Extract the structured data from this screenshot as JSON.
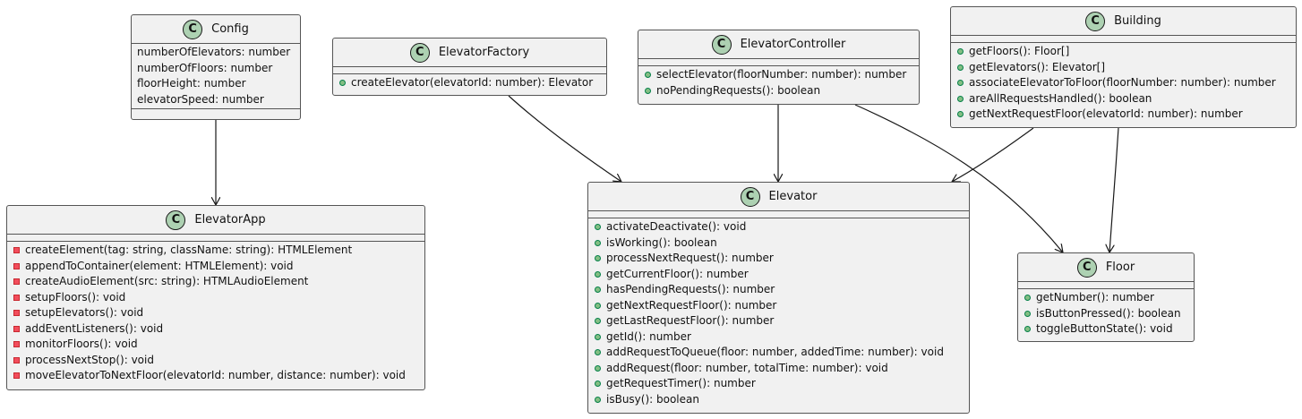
{
  "classes": {
    "config": {
      "name": "Config",
      "attributes": [
        "numberOfElevators: number",
        "numberOfFloors: number",
        "floorHeight: number",
        "elevatorSpeed: number"
      ],
      "methods": []
    },
    "elevatorApp": {
      "name": "ElevatorApp",
      "attributes": [],
      "methods": [
        "createElement(tag: string, className: string): HTMLElement",
        "appendToContainer(element: HTMLElement): void",
        "createAudioElement(src: string): HTMLAudioElement",
        "setupFloors(): void",
        "setupElevators(): void",
        "addEventListeners(): void",
        "monitorFloors(): void",
        "processNextStop(): void",
        "moveElevatorToNextFloor(elevatorId: number, distance: number): void"
      ]
    },
    "elevatorFactory": {
      "name": "ElevatorFactory",
      "attributes": [],
      "methods": [
        "createElevator(elevatorId: number): Elevator"
      ]
    },
    "elevatorController": {
      "name": "ElevatorController",
      "attributes": [],
      "methods": [
        "selectElevator(floorNumber: number): number",
        "noPendingRequests(): boolean"
      ]
    },
    "building": {
      "name": "Building",
      "attributes": [],
      "methods": [
        "getFloors(): Floor[]",
        "getElevators(): Elevator[]",
        "associateElevatorToFloor(floorNumber: number): number",
        "areAllRequestsHandled(): boolean",
        "getNextRequestFloor(elevatorId: number): number"
      ]
    },
    "elevator": {
      "name": "Elevator",
      "attributes": [],
      "methods": [
        "activateDeactivate(): void",
        "isWorking(): boolean",
        "processNextRequest(): number",
        "getCurrentFloor(): number",
        "hasPendingRequests(): number",
        "getNextRequestFloor(): number",
        "getLastRequestFloor(): number",
        "getId(): number",
        "addRequestToQueue(floor: number, addedTime: number): void",
        "addRequest(floor: number, totalTime: number): void",
        "getRequestTimer(): number",
        "isBusy(): boolean"
      ]
    },
    "floor": {
      "name": "Floor",
      "attributes": [],
      "methods": [
        "getNumber(): number",
        "isButtonPressed(): boolean",
        "toggleButtonState(): void"
      ]
    }
  },
  "colors": {
    "box_fill": "#f1f1f1",
    "box_border": "#555555",
    "class_badge": "#add1b2",
    "public_marker": "#84be84",
    "private_marker": "#f24d5c",
    "arrow": "#181818"
  }
}
